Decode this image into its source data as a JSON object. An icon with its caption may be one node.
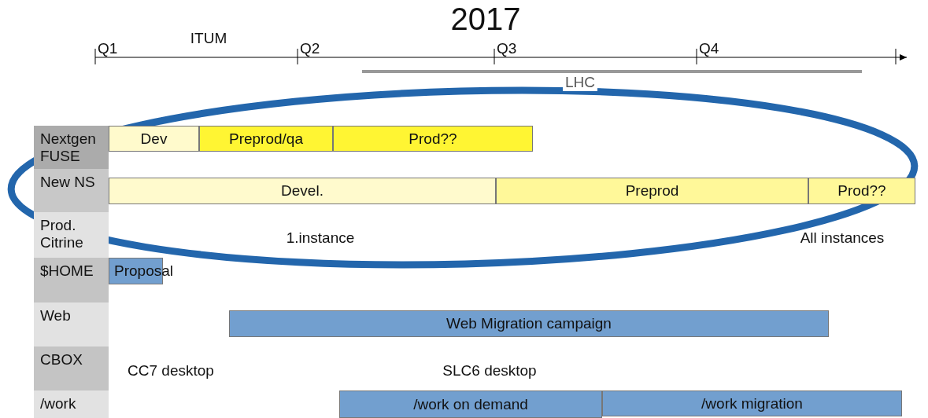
{
  "diagram": {
    "title": "2017",
    "nodes": [
      {
        "text": [
          "Nextgen FUSE"
        ]
      },
      {
        "text": [
          "New NS"
        ]
      },
      {
        "text": [
          "Prod. Citrine"
        ]
      },
      {
        "text": [
          "$HOME"
        ]
      },
      {
        "text": [
          "Web"
        ]
      },
      {
        "text": [
          "CBOX"
        ]
      },
      {
        "text": [
          "/work"
        ]
      },
      {
        "text": [
          "Dev"
        ]
      },
      {
        "text": [
          "Preprod/qa"
        ]
      },
      {
        "text": [
          "Prod??"
        ]
      },
      {
        "text": [
          "Devel."
        ]
      },
      {
        "text": [
          "Preprod"
        ]
      },
      {
        "text": [
          "Prod??"
        ]
      },
      {
        "text": [
          "Proposal"
        ]
      },
      {
        "text": [
          "Web Migration campaign"
        ]
      },
      {
        "text": [
          "/work on demand"
        ]
      },
      {
        "text": [
          "/work migration"
        ]
      }
    ],
    "labels": [
      "ITUM",
      "Q1",
      "Q2",
      "Q3",
      "Q4",
      "LHC",
      "1.instance",
      "All instances",
      "CC7 desktop",
      "SLC6 desktop"
    ]
  }
}
